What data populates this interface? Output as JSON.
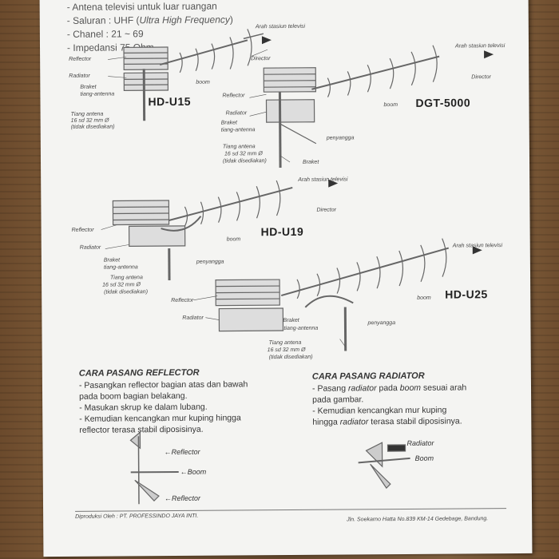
{
  "specs": [
    "- Antena televisi untuk luar ruangan",
    "- Chanel : 21 ~ 69",
    "- Impedansi 75 Ohm"
  ],
  "specs_saluran": {
    "prefix": "- Saluran : UHF (",
    "italic": "Ultra High Frequency",
    "suffix": ")"
  },
  "models": [
    "HD-U15",
    "DGT-5000",
    "HD-U19",
    "HD-U25"
  ],
  "labels": {
    "arah": "Arah stasiun televisi",
    "reflector": "Reflector",
    "director": "Director",
    "radiator": "Radiator",
    "boom": "boom",
    "braket": "Braket",
    "tiang_antenna": "tiang-antenna",
    "tiang_antena": "Tiang antena",
    "penyangga": "penyangga",
    "tiang_info": [
      "Tiang antena",
      "16 sd 32 mm Ø",
      "(tidak disediakan)"
    ]
  },
  "reflector_section": {
    "title": "CARA PASANG REFLECTOR",
    "lines": [
      "- Pasangkan reflector bagian atas dan bawah",
      "pada boom bagian belakang.",
      "- Masukan skrup ke dalam lubang.",
      "- Kemudian kencangkan mur kuping hingga",
      "reflector terasa stabil diposisinya."
    ]
  },
  "radiator_section": {
    "title": "CARA PASANG RADIATOR",
    "line1": {
      "a": "- Pasang ",
      "b": "radiator",
      "c": " pada ",
      "d": "boom",
      "e": " sesuai arah"
    },
    "line2": "pada gambar.",
    "line3": "- Kemudian kencangkan mur kuping",
    "line4": {
      "a": "hingga ",
      "b": "radiator",
      "c": " terasa stabil diposisinya."
    }
  },
  "detail_labels": {
    "reflector_top": "←Reflector",
    "boom_left": "←Boom",
    "reflector_bottom": "←Reflector",
    "radiator": "Radiator",
    "boom_right": "Boom"
  },
  "footer": {
    "producer": "Diproduksi Oleh : PT. PROFESSINDO JAYA INTI.",
    "address": "Jln. Soekarno Hatta No.839 KM-14 Gedebage, Bandung."
  }
}
